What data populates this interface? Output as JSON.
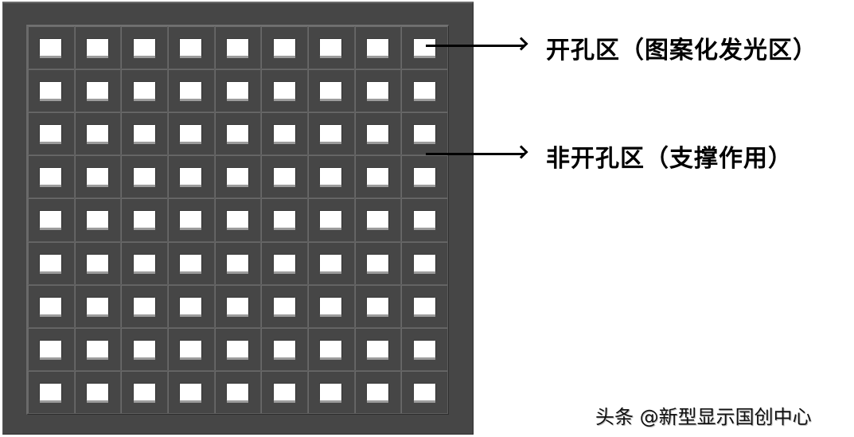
{
  "diagram": {
    "grid": {
      "rows": 9,
      "cols": 9,
      "board_color": "#464646",
      "hole_color": "#ffffff"
    },
    "annotations": [
      {
        "label": "开孔区（图案化发光区）",
        "target": "aperture-hole"
      },
      {
        "label": "非开孔区（支撑作用）",
        "target": "support-frame"
      }
    ],
    "watermark": "头条 @新型显示国创中心"
  }
}
